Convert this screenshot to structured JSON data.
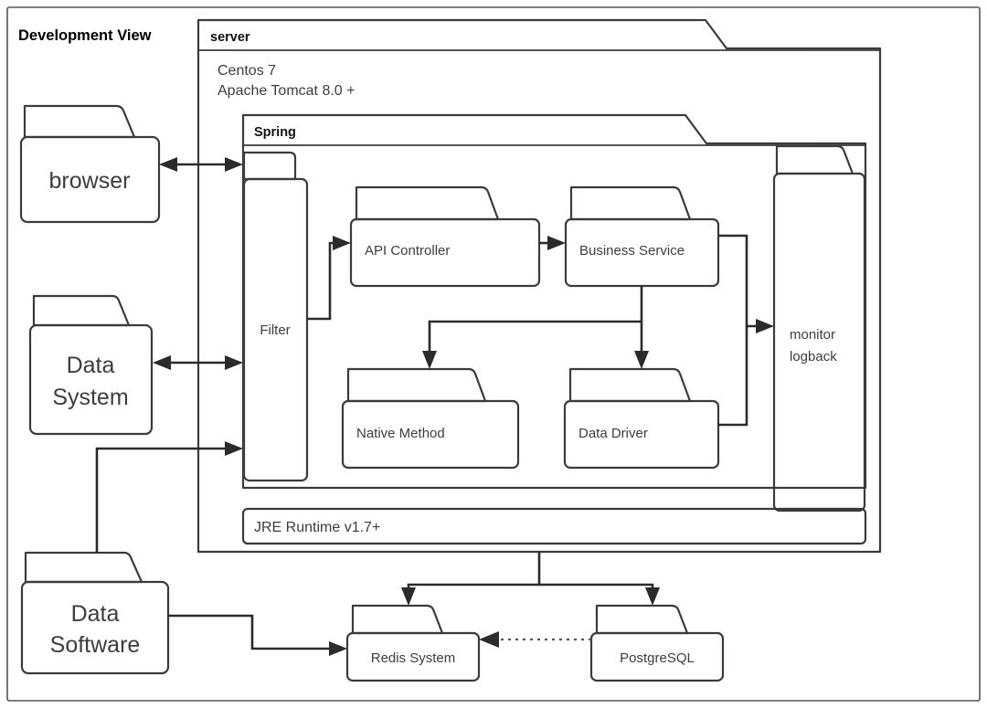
{
  "page": {
    "title": "Development View",
    "background": "#ffffff",
    "stroke_color": "#3b3b3b",
    "connector_color": "#2b2b2b",
    "text_color": "#3d3d3d"
  },
  "diagram": {
    "type": "architecture-package-diagram",
    "external_nodes": [
      {
        "id": "browser",
        "label": "browser",
        "shape": "folder"
      },
      {
        "id": "data-system",
        "label": "Data System",
        "label_lines": [
          "Data",
          "System"
        ],
        "shape": "folder"
      },
      {
        "id": "data-software",
        "label": "Data Software",
        "label_lines": [
          "Data",
          "Software"
        ],
        "shape": "folder"
      }
    ],
    "server_package": {
      "id": "server",
      "label": "server",
      "body_lines": [
        "Centos 7",
        "Apache Tomcat 8.0 +"
      ]
    },
    "spring_package": {
      "id": "spring",
      "label": "Spring"
    },
    "runtime_bar": {
      "id": "jre-runtime",
      "label": "JRE Runtime v1.7+"
    },
    "spring_nodes": [
      {
        "id": "filter",
        "label": "Filter",
        "shape": "folder-tall"
      },
      {
        "id": "api-controller",
        "label": "API Controller",
        "shape": "folder"
      },
      {
        "id": "business-service",
        "label": "Business Service",
        "shape": "folder"
      },
      {
        "id": "native-method",
        "label": "Native Method",
        "shape": "folder"
      },
      {
        "id": "data-driver",
        "label": "Data Driver",
        "shape": "folder"
      }
    ],
    "monitor_node": {
      "id": "monitor-logback",
      "label": "monitor logback",
      "label_lines": [
        "monitor",
        "logback"
      ],
      "shape": "folder-tall"
    },
    "storage_nodes": [
      {
        "id": "redis-system",
        "label": "Redis System",
        "shape": "folder"
      },
      {
        "id": "postgresql",
        "label": "PostgreSQL",
        "shape": "folder"
      }
    ],
    "connections": [
      {
        "from": "browser",
        "to": "filter",
        "style": "solid",
        "arrows": "both"
      },
      {
        "from": "data-system",
        "to": "filter",
        "style": "solid",
        "arrows": "both"
      },
      {
        "from": "data-software",
        "to": "filter",
        "style": "solid",
        "arrows": "end"
      },
      {
        "from": "filter",
        "to": "api-controller",
        "style": "solid",
        "arrows": "end"
      },
      {
        "from": "api-controller",
        "to": "business-service",
        "style": "solid",
        "arrows": "end"
      },
      {
        "from": "business-service",
        "to": "native-method",
        "style": "solid",
        "arrows": "end"
      },
      {
        "from": "business-service",
        "to": "data-driver",
        "style": "solid",
        "arrows": "end"
      },
      {
        "from": "business-service",
        "to": "monitor-logback",
        "style": "solid",
        "arrows": "end"
      },
      {
        "from": "data-driver",
        "to": "monitor-logback",
        "style": "solid",
        "arrows": "end"
      },
      {
        "from": "server",
        "to": "redis-system",
        "style": "solid",
        "arrows": "end"
      },
      {
        "from": "server",
        "to": "postgresql",
        "style": "solid",
        "arrows": "end"
      },
      {
        "from": "data-software",
        "to": "redis-system",
        "style": "solid",
        "arrows": "end"
      },
      {
        "from": "postgresql",
        "to": "redis-system",
        "style": "dotted",
        "arrows": "end"
      }
    ]
  }
}
